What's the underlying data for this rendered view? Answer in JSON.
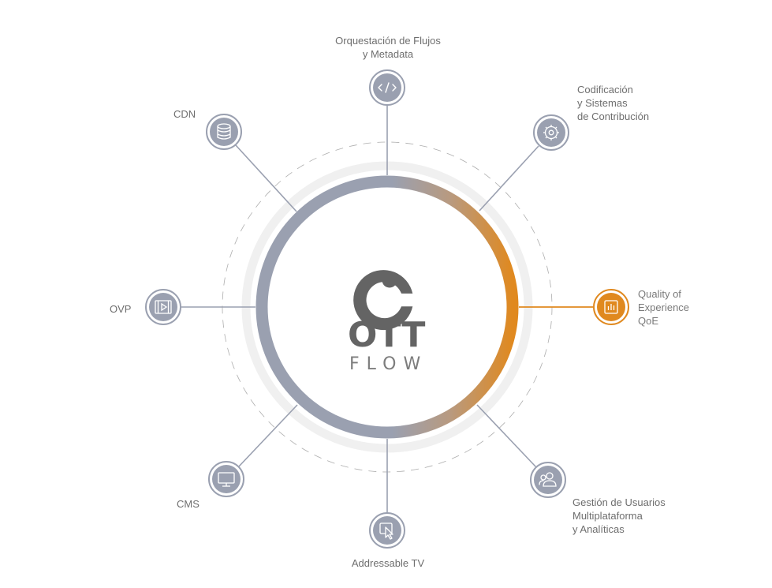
{
  "logo": {
    "word1": "OTT",
    "word2": "FLOW"
  },
  "colors": {
    "ring": "#9aa0b0",
    "accent": "#e0891f",
    "node_fill": "#9aa0b0",
    "guide": "#f0f0f0"
  },
  "nodes": {
    "orchestration": {
      "label": "Orquestación de Flujos\ny Metadata",
      "icon": "code-icon"
    },
    "encoding": {
      "label": "Codificación\ny Sistemas\nde Contribución",
      "icon": "gear-icon"
    },
    "qoe": {
      "label": "Quality of\nExperience\nQoE",
      "icon": "bar-chart-icon",
      "active": true
    },
    "users": {
      "label": "Gestión de Usuarios\nMultiplataforma\ny Analíticas",
      "icon": "users-icon"
    },
    "addressable": {
      "label": "Addressable TV",
      "icon": "cursor-icon"
    },
    "cms": {
      "label": "CMS",
      "icon": "monitor-icon"
    },
    "ovp": {
      "label": "OVP",
      "icon": "film-play-icon"
    },
    "cdn": {
      "label": "CDN",
      "icon": "database-icon"
    }
  }
}
